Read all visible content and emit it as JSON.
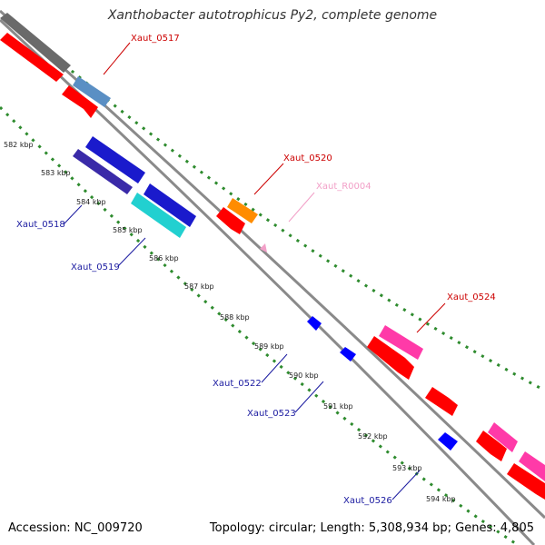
{
  "title": "Xanthobacter autotrophicus Py2, complete genome",
  "footer": {
    "accession": "Accession: NC_009720",
    "summary": "Topology: circular; Length: 5,308,934 bp; Genes: 4,805"
  },
  "colors": {
    "backbone": "#8a8a8a",
    "grid": "#2e8b2e",
    "rna": "#ff0000",
    "label_forward": "#cc0000",
    "label_reverse": "#1a1aa0",
    "label_trna": "#f2a0c8"
  },
  "kbp_ticks": [
    "582 kbp",
    "583 kbp",
    "584 kbp",
    "585 kbp",
    "586 kbp",
    "587 kbp",
    "588 kbp",
    "589 kbp",
    "590 kbp",
    "591 kbp",
    "592 kbp",
    "593 kbp",
    "594 kbp"
  ],
  "genes": [
    {
      "label": "Xaut_0517",
      "color": "#5a8fc4",
      "strand": "forward"
    },
    {
      "label": "Xaut_0518",
      "color": "#1a1acc",
      "strand": "reverse"
    },
    {
      "label": "Xaut_0519",
      "color": "#22d0d0",
      "strand": "reverse"
    },
    {
      "label": "Xaut_0520",
      "color": "#ff8c00",
      "strand": "forward"
    },
    {
      "label": "Xaut_R0004",
      "color": "#f2a0c8",
      "strand": "forward"
    },
    {
      "label": "Xaut_0522",
      "color": "#0000ff",
      "strand": "reverse"
    },
    {
      "label": "Xaut_0523",
      "color": "#0000ff",
      "strand": "reverse"
    },
    {
      "label": "Xaut_0524",
      "color": "#ff3aa8",
      "strand": "forward"
    },
    {
      "label": "Xaut_0526",
      "color": "#0000ff",
      "strand": "reverse"
    }
  ]
}
